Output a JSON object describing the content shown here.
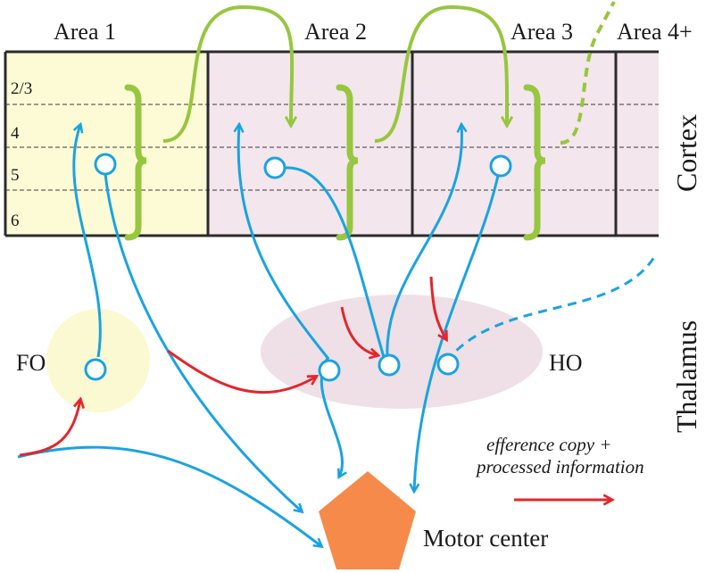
{
  "areas": [
    {
      "label": "Area 1"
    },
    {
      "label": "Area 2"
    },
    {
      "label": "Area 3"
    },
    {
      "label": "Area 4+"
    }
  ],
  "layers": [
    "2/3",
    "4",
    "5",
    "6"
  ],
  "regions": {
    "cortex": "Cortex",
    "thalamus": "Thalamus"
  },
  "nuclei": {
    "first_order": "FO",
    "higher_order": "HO"
  },
  "motor": {
    "label": "Motor center"
  },
  "legend": {
    "line1": "efference copy +",
    "line2": "processed information"
  },
  "colors": {
    "area1_fill": "#fdfbd6",
    "higher_area_fill": "#f3e6ec",
    "fo_fill": "#fbf9d2",
    "ho_fill": "#eee0e6",
    "neuron_blue": "#1aa3e0",
    "feedforward_green": "#97c63f",
    "efference_red": "#e3262d",
    "motor_orange": "#f58a4b",
    "border": "#2b2b2b"
  }
}
